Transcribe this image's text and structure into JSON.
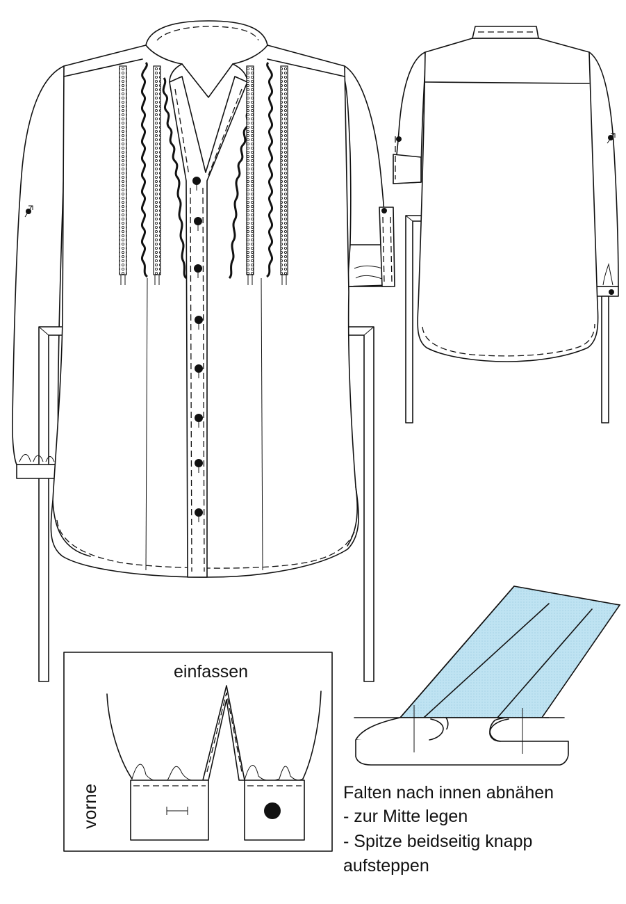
{
  "labels": {
    "bind_label": "einfassen",
    "front_label": "vorne",
    "instructions": [
      "Falten nach innen abnähen",
      "- zur Mitte legen",
      "- Spitze beidseitig knapp",
      "aufsteppen"
    ]
  },
  "colors": {
    "line": "#111111",
    "background": "#ffffff",
    "lace_fill": "#bfe3f2"
  },
  "icons": {
    "button": "filled-circle",
    "lace": "dotted-pattern"
  }
}
